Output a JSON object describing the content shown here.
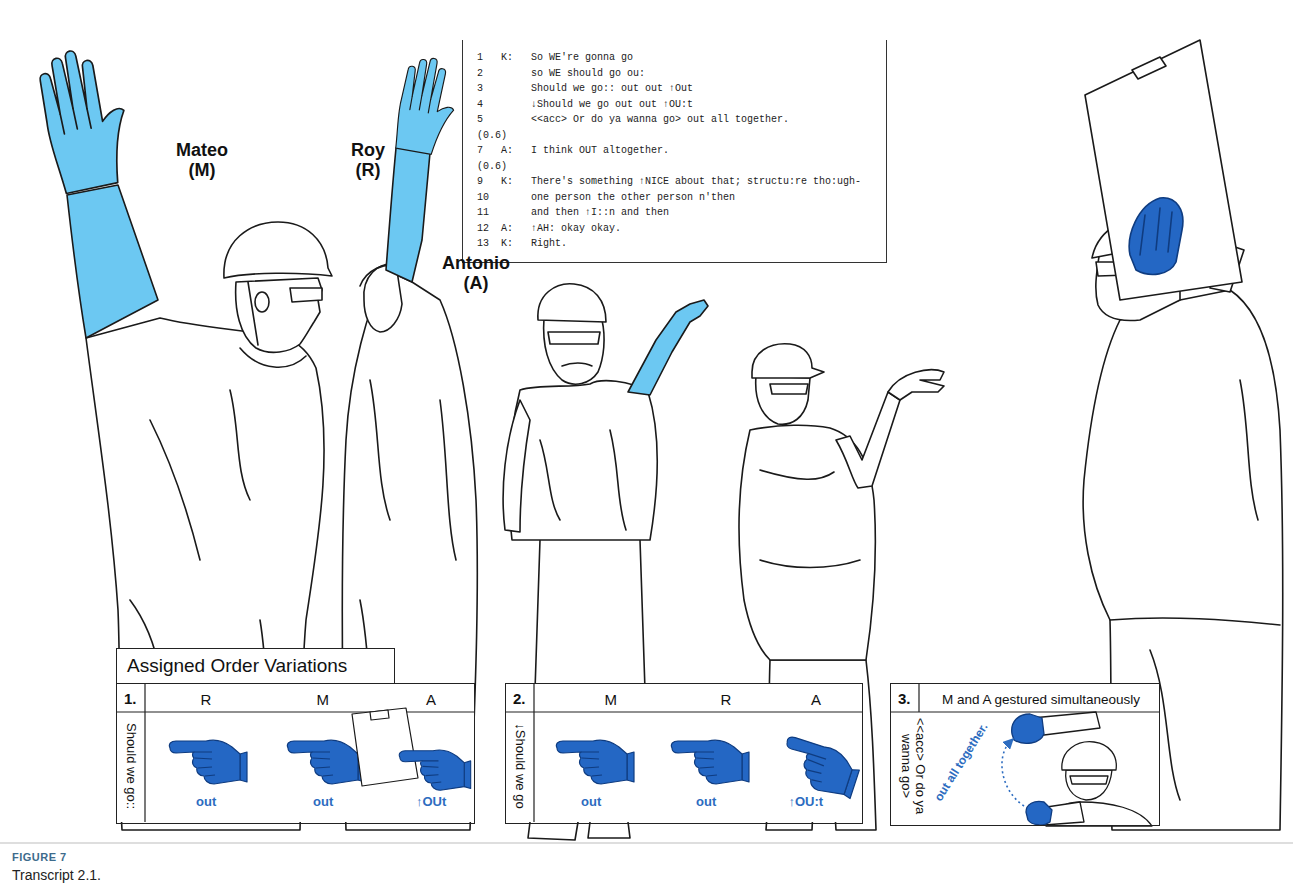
{
  "diagram": {
    "caption": "Transcript 2.1.",
    "nodes": [
      {
        "text": [
          "1   K:   So WE're gonna go",
          "2        so WE should go ou:",
          "3        Should we go:: out out ↑Out",
          "4        ↓Should we go out out ↑OU:t",
          "5        <<acc> Or do ya wanna go> out all together.",
          "(0.6)",
          "7   A:   I think OUT altogether.",
          "(0.6)",
          "9   K:   There's something ↑NICE about that; structu:re tho:ugh-",
          "10       one person the other person n'then",
          "11       and then ↑I::n and then",
          "12  A:   ↑AH: okay okay.",
          "13  K:   Right."
        ]
      },
      {
        "text": [
          "Assigned Order Variations"
        ]
      },
      {
        "text": [
          "1.",
          "R",
          "M",
          "A",
          "Should we go::",
          "out",
          "out",
          "↑OUt"
        ]
      },
      {
        "text": [
          "2.",
          "M",
          "R",
          "A",
          "↓Should we go",
          "out",
          "out",
          "↑OU:t"
        ]
      },
      {
        "text": [
          "3.",
          "M and A gestured simultaneously",
          "<<acc> Or do ya wanna go>",
          "out all together."
        ]
      }
    ],
    "labels": [
      "Mateo (M)",
      "Roy (R)",
      "Antonio (A)",
      "FIGURE 7"
    ]
  }
}
